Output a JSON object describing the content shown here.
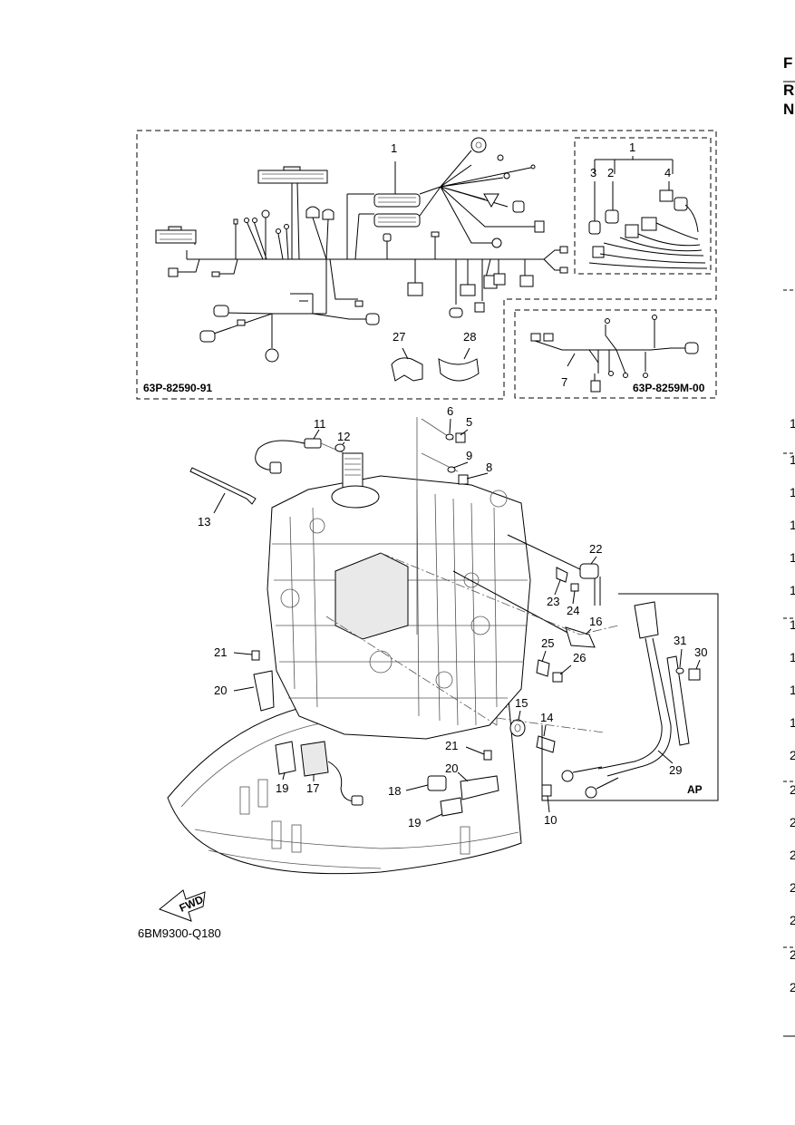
{
  "right_margin": {
    "header_letters": [
      "F",
      "R",
      "N"
    ],
    "row_numbers": [
      "1",
      "1",
      "1",
      "1",
      "1",
      "1",
      "1",
      "1",
      "1",
      "1",
      "2",
      "2",
      "2",
      "2",
      "2",
      "2",
      "2",
      "2"
    ]
  },
  "harness_panel": {
    "part_code": "63P-82590-91",
    "callouts": {
      "c1": "1",
      "c27": "27",
      "c28": "28"
    },
    "inset_callouts": {
      "i1": "1",
      "i2": "2",
      "i3": "3",
      "i4": "4"
    }
  },
  "sub_harness_panel": {
    "part_code": "63P-8259M-00",
    "callouts": {
      "c7": "7"
    }
  },
  "engine_callouts": {
    "c5": "5",
    "c6": "6",
    "c8": "8",
    "c9": "9",
    "c10": "10",
    "c11": "11",
    "c12": "12",
    "c13": "13",
    "c14": "14",
    "c15": "15",
    "c16": "16",
    "c17": "17",
    "c18": "18",
    "c19a": "19",
    "c19b": "19",
    "c20a": "20",
    "c20b": "20",
    "c21a": "21",
    "c21b": "21",
    "c22": "22",
    "c23": "23",
    "c24": "24",
    "c25": "25",
    "c26": "26"
  },
  "ap_panel": {
    "label": "AP",
    "callouts": {
      "c29": "29",
      "c30": "30",
      "c31": "31"
    }
  },
  "fwd_arrow": {
    "label": "FWD"
  },
  "figure_code": "6BM9300-Q180"
}
